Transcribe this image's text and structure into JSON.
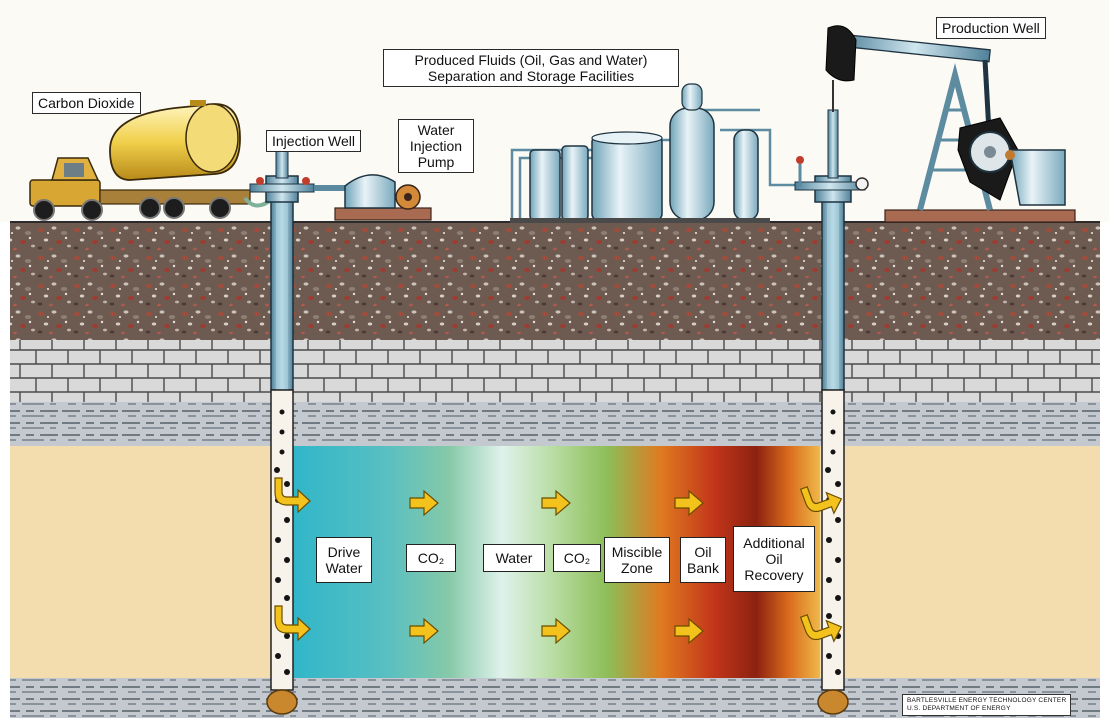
{
  "labels": {
    "carbon_dioxide": "Carbon Dioxide",
    "injection_well": "Injection Well",
    "water_injection_pump": "Water\nInjection\nPump",
    "produced_fluids": "Produced Fluids (Oil, Gas and Water)\nSeparation and Storage Facilities",
    "production_well": "Production Well"
  },
  "zones": [
    {
      "id": "drive-water",
      "text": "Drive\nWater"
    },
    {
      "id": "co2-1",
      "text": "CO₂"
    },
    {
      "id": "water",
      "text": "Water"
    },
    {
      "id": "co2-2",
      "text": "CO₂"
    },
    {
      "id": "miscible-zone",
      "text": "Miscible\nZone"
    },
    {
      "id": "oil-bank",
      "text": "Oil\nBank"
    },
    {
      "id": "additional-oil-recovery",
      "text": "Additional\nOil\nRecovery"
    }
  ],
  "credit": {
    "line1": "BARTLESVILLE ENERGY TECHNOLOGY CENTER",
    "line2": "U.S. DEPARTMENT OF ENERGY"
  },
  "colors": {
    "sky": "#fcfbf6",
    "soil": "#6e5a50",
    "limestone": "#dcdcdc",
    "shale": "#c8ccd0",
    "sandstone": "#f4ddb0",
    "drive_water": "#4fb9c4",
    "co2_zone": "#6fc0a4",
    "water_zone": "#e6f4ee",
    "co2_zone_2": "#8cbf60",
    "miscible_zone": "#e0701c",
    "oil_bank": "#9a2010",
    "arrow": "#f2c21e"
  }
}
